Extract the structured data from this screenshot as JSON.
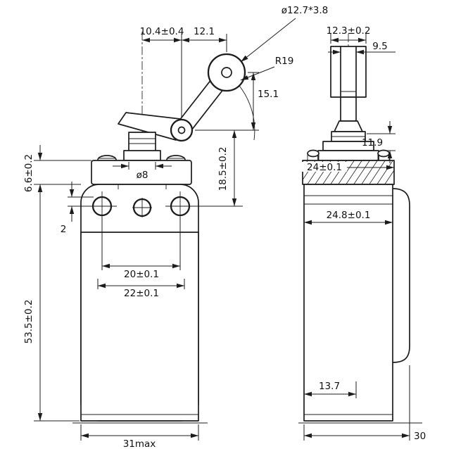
{
  "drawing": {
    "background": "#ffffff",
    "line_color": "#1c1c1c",
    "description": "Two-view dimensioned technical drawing of a roller-lever limit switch (front view left, side view right)"
  },
  "dims": {
    "roller_dia": "ø12.7*3.8",
    "lever_offset": "10.4±0.4",
    "roller_offset": "12.1",
    "fork_width": "12.3±0.2",
    "slot_width": "9.5",
    "swing_radius": "R19",
    "roller_height": "15.1",
    "cap_height": "6.6±0.2",
    "pivot_height": "18.5±0.2",
    "shaft_dia": "ø8",
    "head_height": "11.9",
    "plate_depth": "24±0.1",
    "hole_offset": "2",
    "body_depth": "24.8±0.1",
    "hole_span_inner": "20±0.1",
    "hole_span_outer": "22±0.1",
    "body_height": "53.5±0.2",
    "gland_offset": "13.7",
    "body_width": "31max",
    "total_depth": "30"
  }
}
